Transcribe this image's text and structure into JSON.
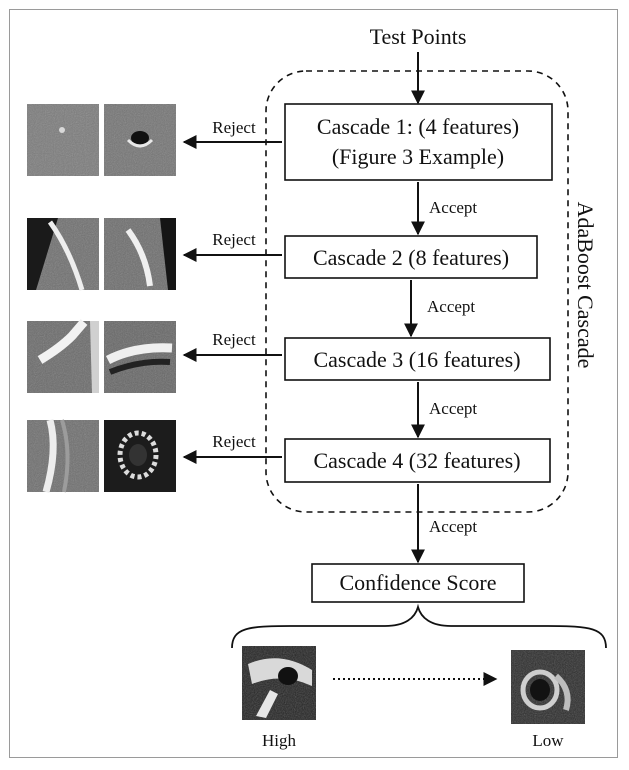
{
  "input_label": "Test Points",
  "cascade_group_label": "AdaBoost Cascade",
  "stages": [
    {
      "line1": "Cascade 1: (4 features)",
      "line2": "(Figure 3 Example)",
      "reject_label": "Reject",
      "accept_label": "Accept"
    },
    {
      "line1": "Cascade 2 (8 features)",
      "reject_label": "Reject",
      "accept_label": "Accept"
    },
    {
      "line1": "Cascade 3 (16 features)",
      "reject_label": "Reject",
      "accept_label": "Accept"
    },
    {
      "line1": "Cascade 4 (32 features)",
      "reject_label": "Reject",
      "accept_label": "Accept"
    }
  ],
  "output_label": "Confidence Score",
  "scale": {
    "high_label": "High",
    "low_label": "Low"
  }
}
